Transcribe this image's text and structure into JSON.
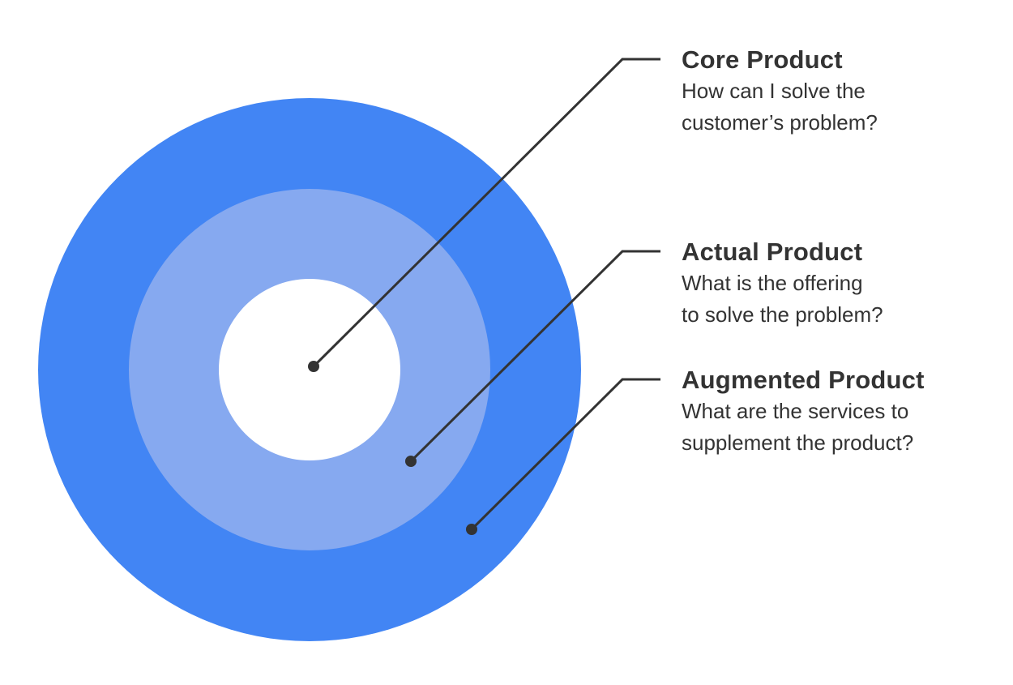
{
  "colors": {
    "outer_ring": "#4285F4",
    "middle_ring": "#86A9F0",
    "core": "#FFFFFF",
    "lines": "#333333",
    "text": "#333333"
  },
  "layers": [
    {
      "id": "core",
      "title": "Core Product",
      "description_lines": [
        "How can I solve the",
        "customer’s problem?"
      ]
    },
    {
      "id": "actual",
      "title": "Actual Product",
      "description_lines": [
        "What is the offering",
        "to solve the problem?"
      ]
    },
    {
      "id": "augmented",
      "title": "Augmented Product",
      "description_lines": [
        "What are the services to",
        "supplement the product?"
      ]
    }
  ]
}
